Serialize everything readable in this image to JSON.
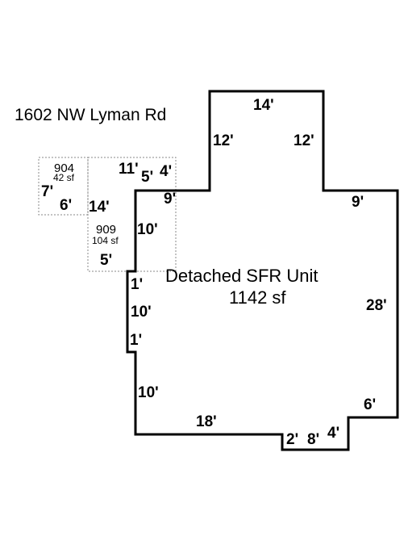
{
  "address": "1602 NW Lyman Rd",
  "main_unit": {
    "label": "Detached SFR Unit",
    "area": "1142 sf"
  },
  "sub_areas": [
    {
      "code": "904",
      "area": "42 sf"
    },
    {
      "code": "909",
      "area": "104 sf"
    }
  ],
  "dimensions": {
    "top": "14'",
    "tower_left": "12'",
    "tower_right": "12'",
    "right_top": "9'",
    "right": "28'",
    "bottom_right_small": "6'",
    "notch_4": "4'",
    "notch_8": "8'",
    "notch_2": "2'",
    "bottom": "18'",
    "left_lower": "10'",
    "jog_bottom": "1'",
    "left_mid": "10'",
    "jog_top": "1'",
    "left_upper": "10'",
    "top_left_9": "9'",
    "ann_11": "11'",
    "ann_5a": "5'",
    "ann_4": "4'",
    "ann_7": "7'",
    "ann_6": "6'",
    "ann_14": "14'",
    "ann_5b": "5'"
  },
  "colors": {
    "outline": "#000000",
    "dotted": "#888888",
    "text": "#000000"
  }
}
